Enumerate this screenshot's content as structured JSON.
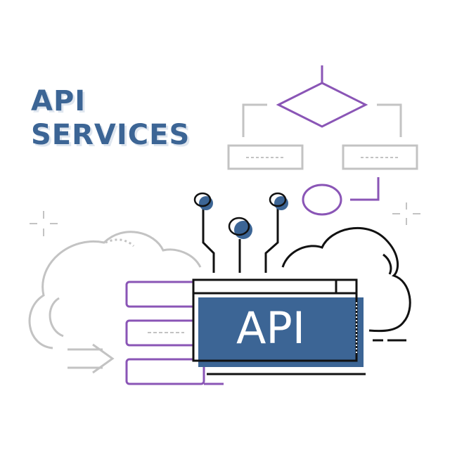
{
  "heading": {
    "line1": "API",
    "line2": "SERVICES"
  },
  "api_box": {
    "label": "API"
  },
  "colors": {
    "primary_blue": "#3c6595",
    "purple": "#8a55b6",
    "gray": "#c3c3c3",
    "black": "#111111"
  },
  "icons": [
    "flowchart-diagram",
    "server-stack",
    "cloud",
    "api-window",
    "circuit-nodes",
    "arrow-right",
    "sparkle"
  ]
}
